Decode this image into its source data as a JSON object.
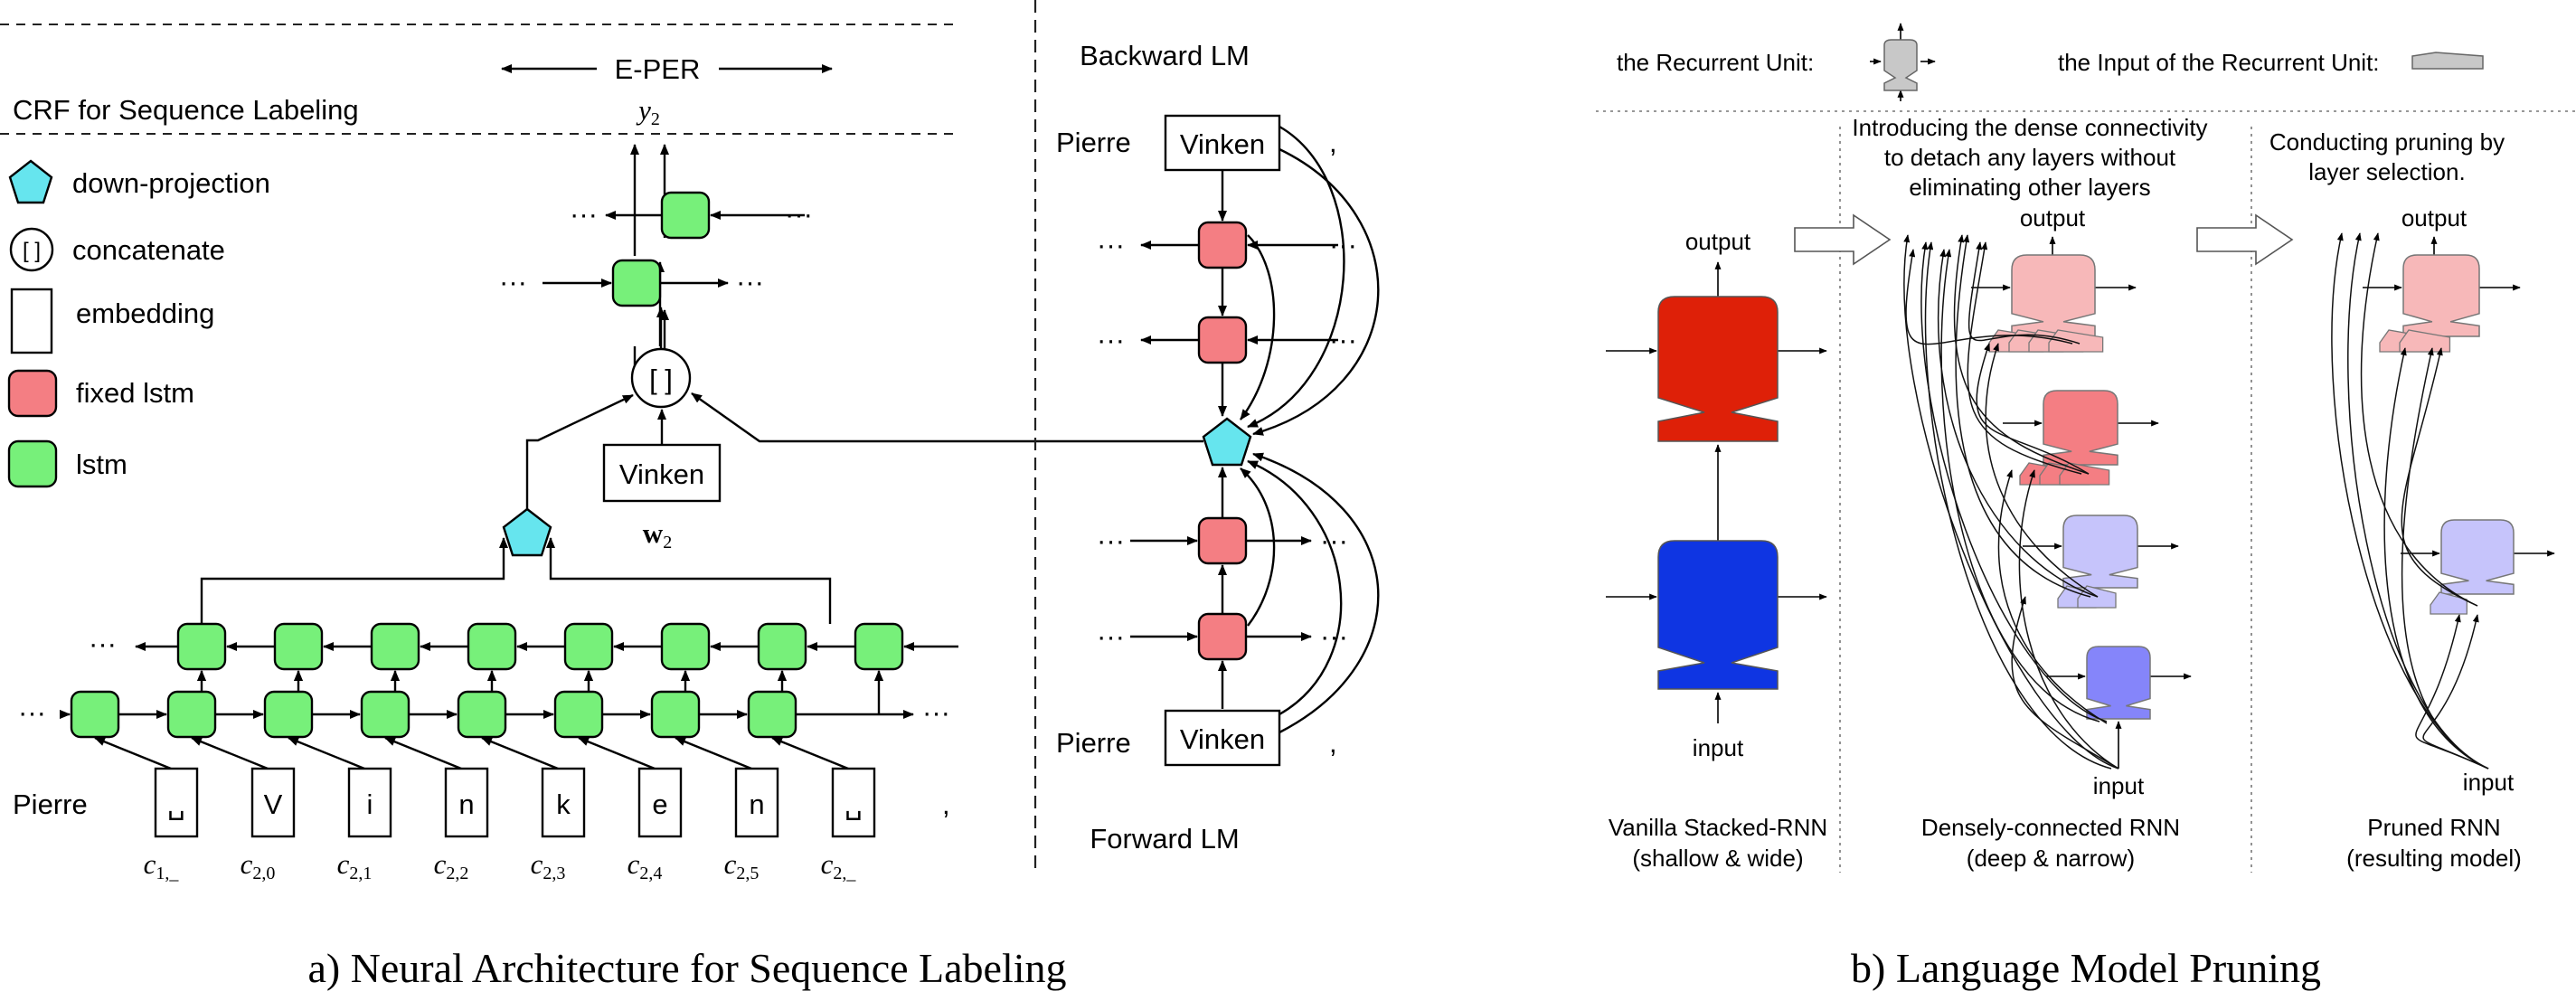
{
  "left": {
    "title_crf": "CRF for Sequence Labeling",
    "label_eper": "E-PER",
    "label_y2": "y",
    "label_y2_sub": "2",
    "word": "Vinken",
    "label_w2": "w",
    "label_w2_sub": "2",
    "concat_symbol": "[ ]",
    "ellipsis": "···",
    "pierre": "Pierre",
    "comma": ",",
    "legend": [
      {
        "key": "pentagon",
        "label": "down-projection"
      },
      {
        "key": "circle",
        "label": "concatenate",
        "symbol": "[ ]"
      },
      {
        "key": "rect",
        "label": "embedding"
      },
      {
        "key": "fixed",
        "label": "fixed lstm"
      },
      {
        "key": "lstm",
        "label": "lstm"
      }
    ],
    "chars": [
      "␣",
      "V",
      "i",
      "n",
      "k",
      "e",
      "n",
      "␣"
    ],
    "char_labels": [
      {
        "c": "c",
        "sub": "1,_"
      },
      {
        "c": "c",
        "sub": "2,0"
      },
      {
        "c": "c",
        "sub": "2,1"
      },
      {
        "c": "c",
        "sub": "2,2"
      },
      {
        "c": "c",
        "sub": "2,3"
      },
      {
        "c": "c",
        "sub": "2,4"
      },
      {
        "c": "c",
        "sub": "2,5"
      },
      {
        "c": "c",
        "sub": "2,_"
      }
    ],
    "backward_lm": "Backward LM",
    "forward_lm": "Forward LM",
    "caption": "a) Neural Architecture for Sequence Labeling"
  },
  "right": {
    "legend_unit": "the Recurrent Unit:",
    "legend_input": "the Input of the Recurrent Unit:",
    "note_dense": [
      "Introducing the dense connectivity",
      "to detach any layers without",
      "eliminating other layers"
    ],
    "note_prune": [
      "Conducting pruning by",
      "layer selection."
    ],
    "output": "output",
    "input": "input",
    "col_labels": [
      {
        "l1": "Vanilla Stacked-RNN",
        "l2": "(shallow & wide)"
      },
      {
        "l1": "Densely-connected RNN",
        "l2": "(deep & narrow)"
      },
      {
        "l1": "Pruned RNN",
        "l2": "(resulting model)"
      }
    ],
    "colors": {
      "red": "#de2008",
      "blue": "#0f35e2",
      "pink": "#f7b8b9",
      "salmon": "#f47e83",
      "lavender": "#c6c4fb",
      "periwinkle": "#8585fa",
      "gray": "#c8c8c8"
    },
    "caption": "b) Language Model Pruning"
  }
}
